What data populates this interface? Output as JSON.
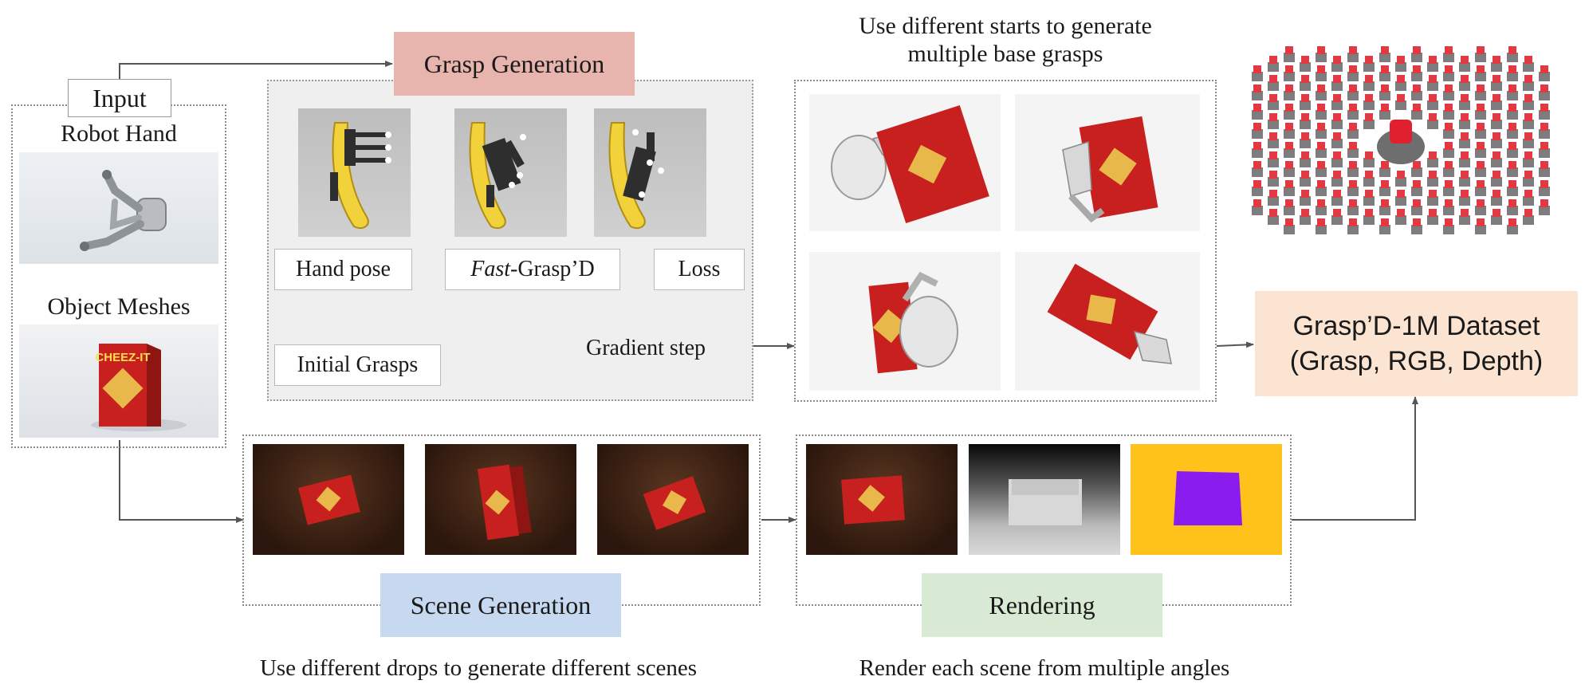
{
  "input": {
    "title": "Input",
    "robot_hand_label": "Robot Hand",
    "object_meshes_label": "Object Meshes"
  },
  "grasp_generation": {
    "title": "Grasp Generation",
    "hand_pose": "Hand pose",
    "fast_prefix": "Fast",
    "fast_suffix": "-Grasp’D",
    "loss": "Loss",
    "initial_grasps": "Initial Grasps",
    "gradient_step": "Gradient step"
  },
  "base_grasps": {
    "caption_line1": "Use different starts to generate",
    "caption_line2": "multiple base grasps",
    "box_brand": "CHEEZ-IT"
  },
  "dataset": {
    "line1": "Grasp’D-1M Dataset",
    "line2": "(Grasp, RGB, Depth)"
  },
  "scene_generation": {
    "title": "Scene Generation",
    "caption": "Use different drops to generate different scenes"
  },
  "rendering": {
    "title": "Rendering",
    "caption": "Render each scene from multiple angles"
  },
  "colors": {
    "grasp_banner": "#e8b4ae",
    "scene_banner": "#c6d9f1",
    "render_banner": "#d8ead3",
    "dataset_box": "#fbe5d2",
    "panel_bg": "#efefef",
    "green_arrow": "#6aa84f",
    "blue_arrow": "#4a86d8",
    "cheezit_red": "#c8201e",
    "banana_yellow": "#f2d23a",
    "mask_purple": "#8b1cf0",
    "mask_yellow": "#ffc21a"
  }
}
